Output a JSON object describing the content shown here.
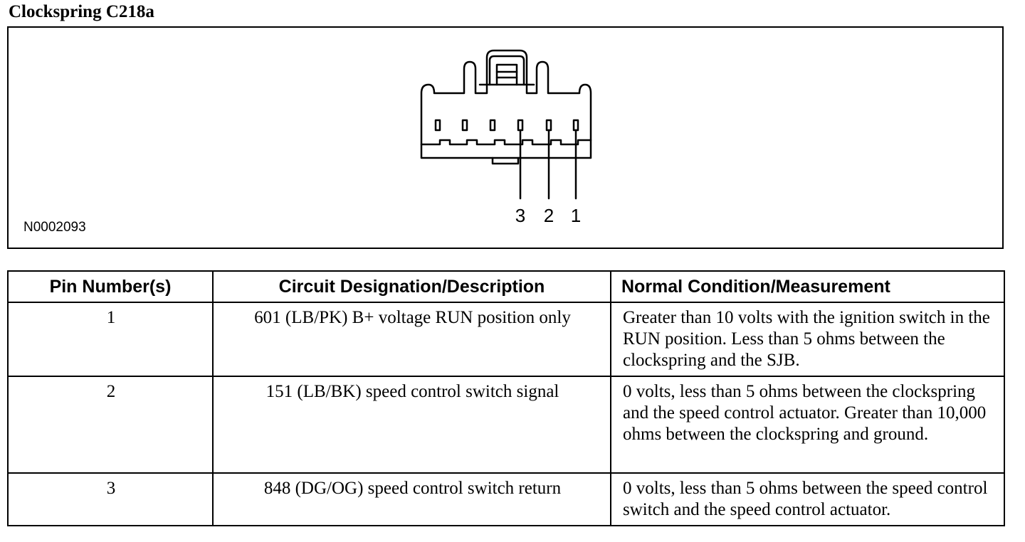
{
  "title": "Clockspring C218a",
  "figure": {
    "id": "N0002093",
    "pin_labels": [
      "3",
      "2",
      "1"
    ]
  },
  "table": {
    "headers": [
      "Pin Number(s)",
      "Circuit Designation/Description",
      "Normal Condition/Measurement"
    ],
    "rows": [
      {
        "pin": "1",
        "circuit": "601 (LB/PK) B+ voltage RUN position only",
        "condition": "Greater than 10 volts with the ignition switch in the RUN position. Less than 5 ohms between the clockspring and the SJB."
      },
      {
        "pin": "2",
        "circuit": "151 (LB/BK) speed control switch signal",
        "condition": "0 volts, less than 5 ohms between the clockspring and the speed control actuator. Greater than 10,000 ohms between the clockspring and ground."
      },
      {
        "pin": "3",
        "circuit": "848 (DG/OG) speed control switch return",
        "condition": "0 volts, less than 5 ohms between the speed control switch and the speed control actuator."
      }
    ]
  }
}
